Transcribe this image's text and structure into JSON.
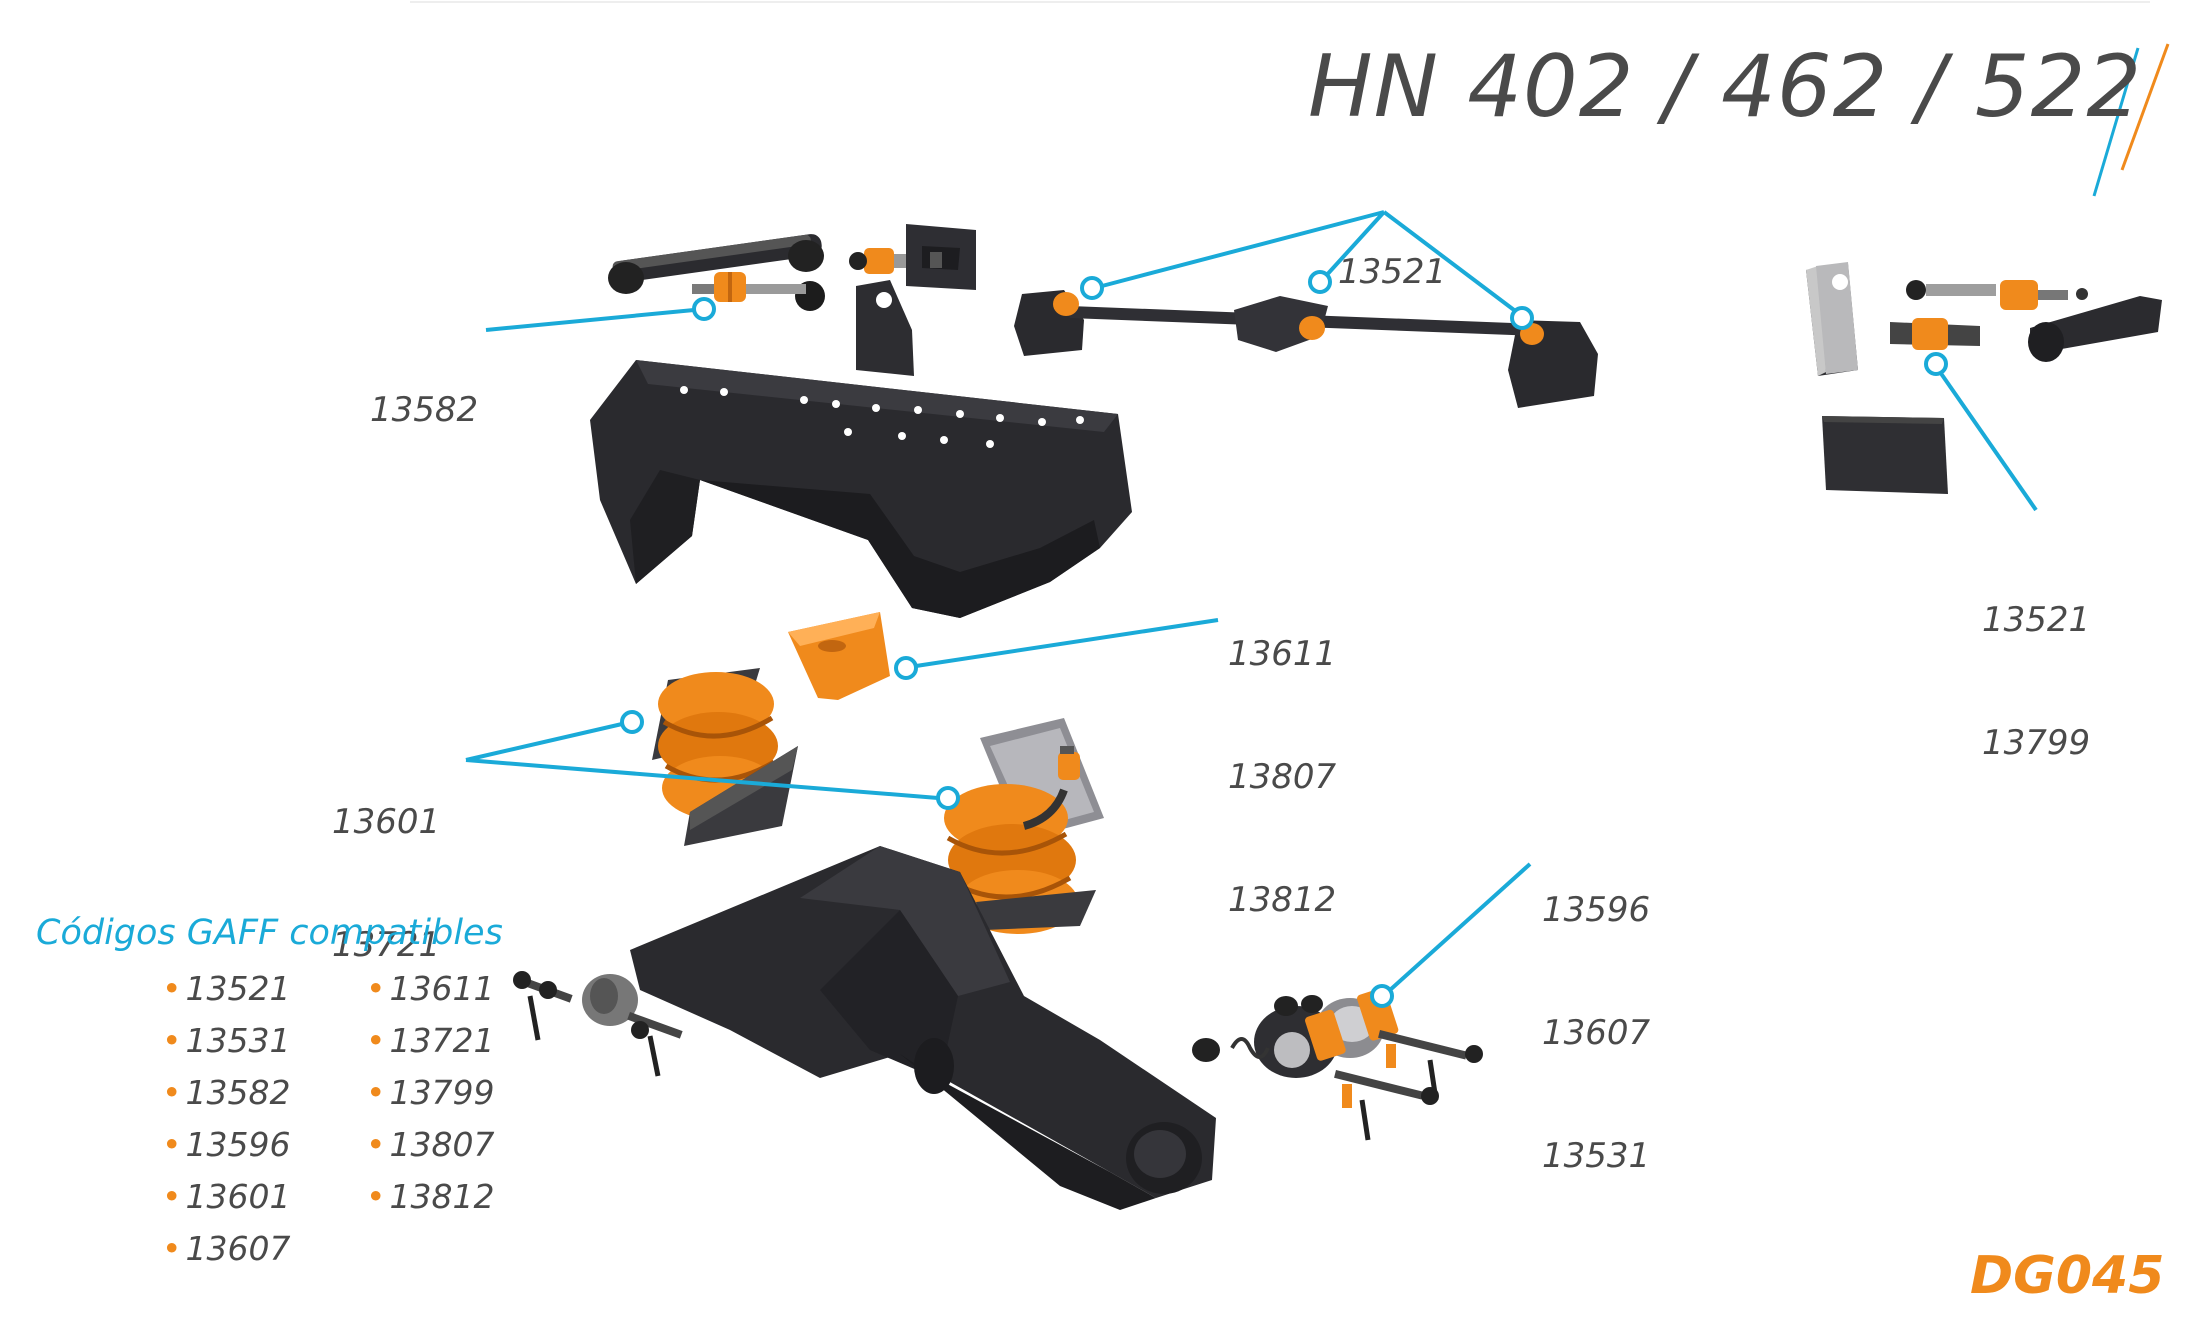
{
  "title": "HN 402 / 462 / 522",
  "colors": {
    "accent_blue": "#1aaad8",
    "accent_orange": "#f08a1c",
    "part_black": "#2b2b2f",
    "text_gray": "#4a4a4a"
  },
  "callouts": [
    {
      "id": "c1",
      "lines": [
        "13582"
      ]
    },
    {
      "id": "c2",
      "lines": [
        "13521"
      ]
    },
    {
      "id": "c3",
      "lines": [
        "13521",
        "13799"
      ]
    },
    {
      "id": "c4",
      "lines": [
        "13611",
        "13807",
        "13812"
      ]
    },
    {
      "id": "c5",
      "lines": [
        "13601",
        "13721"
      ]
    },
    {
      "id": "c6",
      "lines": [
        "13596",
        "13607",
        "13531"
      ]
    }
  ],
  "legend": {
    "title": "Códigos GAFF compatibles",
    "col1": [
      "13521",
      "13531",
      "13582",
      "13596",
      "13601",
      "13607"
    ],
    "col2": [
      "13611",
      "13721",
      "13799",
      "13807",
      "13812"
    ]
  },
  "doc_code": "DG045"
}
